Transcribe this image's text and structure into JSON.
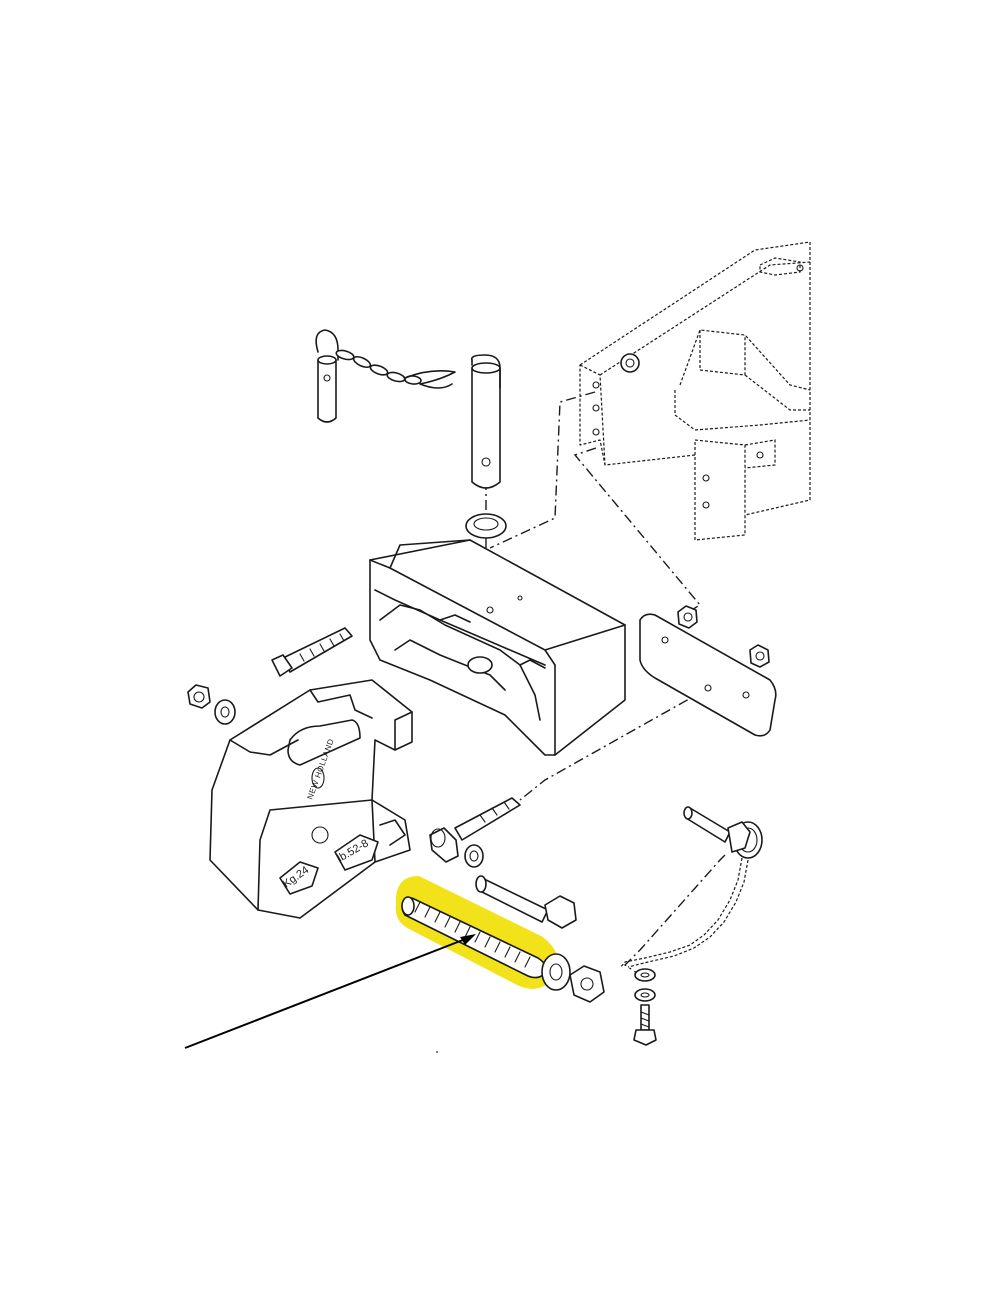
{
  "weight_block": {
    "logo_text": "NEW HOLLAND",
    "kg_label": "Kg.24",
    "lb_label": "lb.52-8"
  },
  "highlight": {
    "color": "#f2e21a",
    "part": "threaded-rod"
  },
  "leader_line": {
    "color": "#000000"
  }
}
